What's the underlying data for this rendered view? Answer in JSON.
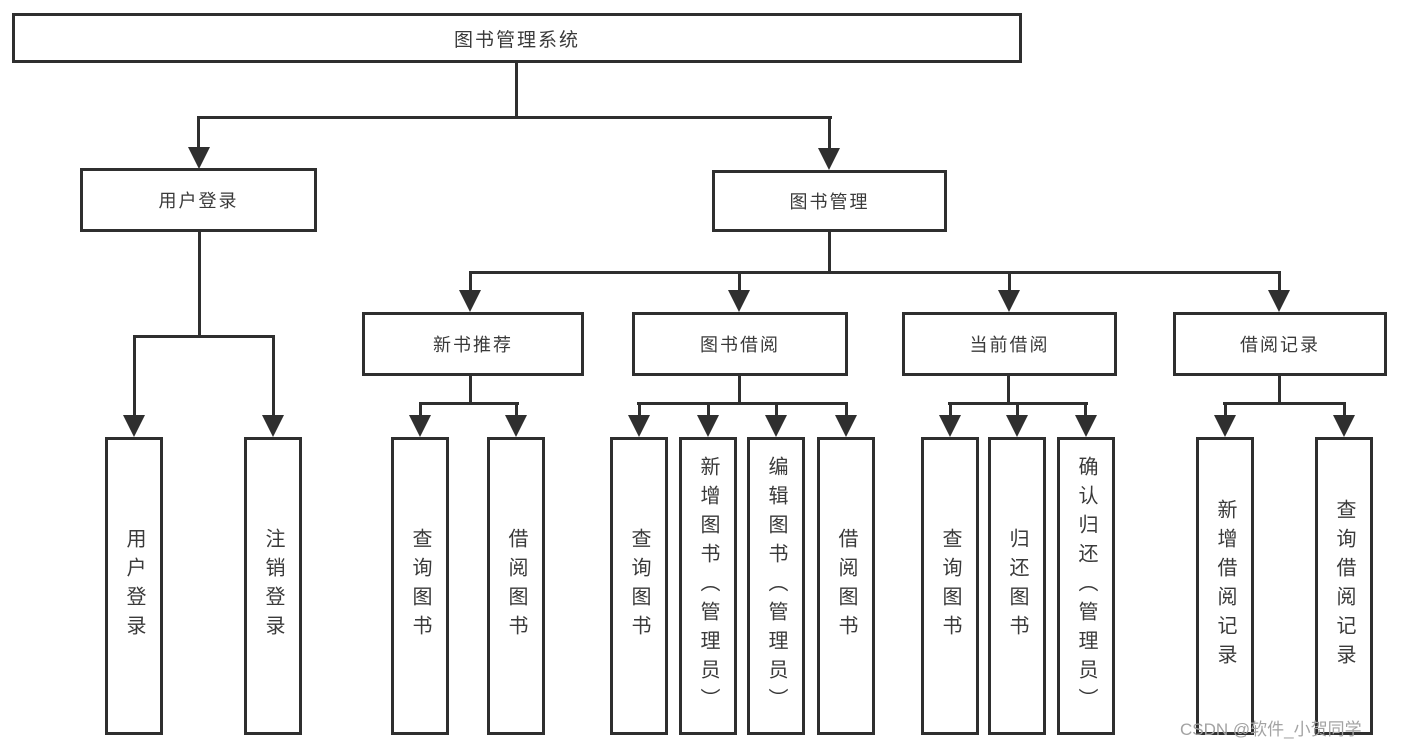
{
  "tree": {
    "label": "图书管理系统",
    "children": [
      {
        "label": "用户登录",
        "children": [
          {
            "label": "用户登录"
          },
          {
            "label": "注销登录"
          }
        ]
      },
      {
        "label": "图书管理",
        "children": [
          {
            "label": "新书推荐",
            "children": [
              {
                "label": "查询图书"
              },
              {
                "label": "借阅图书"
              }
            ]
          },
          {
            "label": "图书借阅",
            "children": [
              {
                "label": "查询图书"
              },
              {
                "label": "新增图书（管理员）"
              },
              {
                "label": "编辑图书（管理员）"
              },
              {
                "label": "借阅图书"
              }
            ]
          },
          {
            "label": "当前借阅",
            "children": [
              {
                "label": "查询图书"
              },
              {
                "label": "归还图书"
              },
              {
                "label": "确认归还（管理员）"
              }
            ]
          },
          {
            "label": "借阅记录",
            "children": [
              {
                "label": "新增借阅记录"
              },
              {
                "label": "查询借阅记录"
              }
            ]
          }
        ]
      }
    ]
  },
  "watermark": {
    "text": "CSDN @软件_小贺同学"
  },
  "colors": {
    "line": "#2f2f2f",
    "text": "#3a3a3a",
    "watermark": "#a3a3a3",
    "background": "#ffffff"
  }
}
